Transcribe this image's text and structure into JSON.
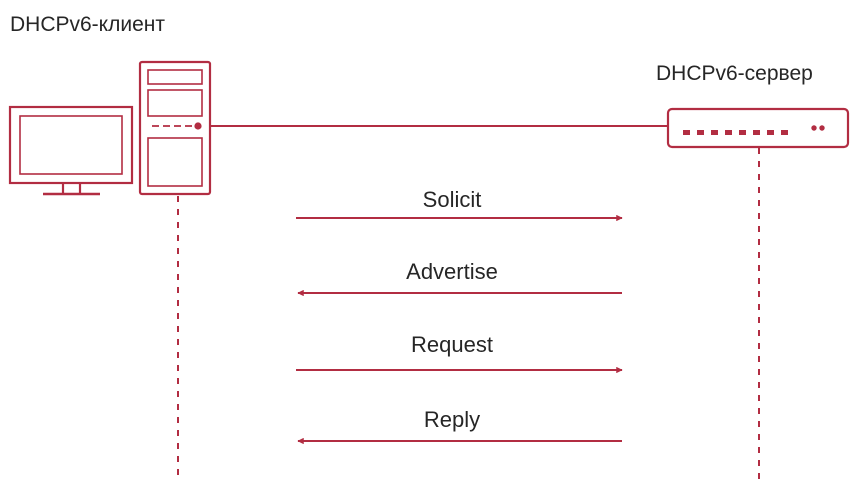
{
  "colors": {
    "accent": "#b22d42",
    "text": "#262626",
    "background": "#ffffff"
  },
  "client": {
    "label": "DHCPv6-клиент",
    "icons": [
      "monitor-icon",
      "server-tower-icon"
    ]
  },
  "server": {
    "label": "DHCPv6-сервер",
    "icons": [
      "network-switch-icon"
    ]
  },
  "messages": [
    {
      "label": "Solicit",
      "direction": "client-to-server"
    },
    {
      "label": "Advertise",
      "direction": "server-to-client"
    },
    {
      "label": "Request",
      "direction": "client-to-server"
    },
    {
      "label": "Reply",
      "direction": "server-to-client"
    }
  ]
}
